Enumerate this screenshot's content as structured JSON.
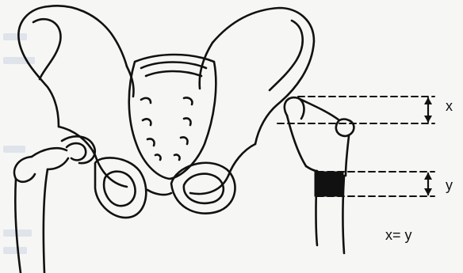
{
  "figure": {
    "labels": {
      "x": "x",
      "y": "y",
      "equation": "x= y"
    },
    "colors": {
      "ink": "#111111",
      "paper": "#f6f6f4",
      "bleed": "#dfe3ea"
    }
  }
}
